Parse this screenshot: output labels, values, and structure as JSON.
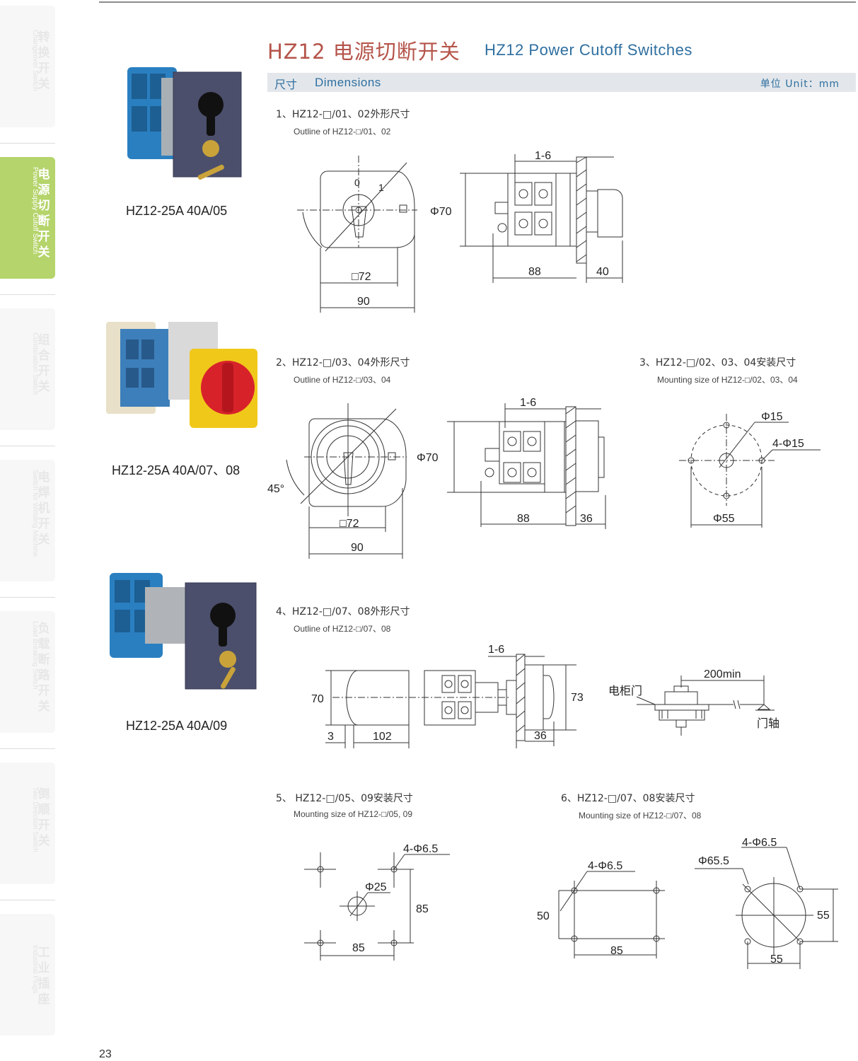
{
  "sidebar": {
    "tabs": [
      {
        "cn": "转换开关",
        "en": "Changeover Switch"
      },
      {
        "cn": "电源切断开关",
        "en": "Power Supply Cutoff Switch"
      },
      {
        "cn": "组合开关",
        "en": "Combination Switch"
      },
      {
        "cn": "电焊机开关",
        "en": "Switch for Welding Machine"
      },
      {
        "cn": "负载断路开关",
        "en": "Load Breaking Switch"
      },
      {
        "cn": "倒顺开关",
        "en": "Two Direction Switch"
      },
      {
        "cn": "工业插座",
        "en": "Industrial Plugs"
      }
    ],
    "active_index": 1
  },
  "header": {
    "title_cn": "HZ12 电源切断开关",
    "title_en": "HZ12 Power Cutoff Switches",
    "section_cn": "尺寸",
    "section_en": "Dimensions",
    "unit": "单位 Unit：mm"
  },
  "products": [
    {
      "model": "HZ12-25A 40A/05"
    },
    {
      "model": "HZ12-25A 40A/07、08"
    },
    {
      "model": "HZ12-25A 40A/09"
    }
  ],
  "figures": [
    {
      "cn": "1、HZ12-□/01、02外形尺寸",
      "en": "Outline of HZ12-□/01、02"
    },
    {
      "cn": "2、HZ12-□/03、04外形尺寸",
      "en": "Outline of HZ12-□/03、04"
    },
    {
      "cn": "3、HZ12-□/02、03、04安装尺寸",
      "en": "Mounting size of HZ12-□/02、03、04"
    },
    {
      "cn": "4、HZ12-□/07、08外形尺寸",
      "en": "Outline of HZ12-□/07、08"
    },
    {
      "cn": "5、 HZ12-□/05、09安装尺寸",
      "en": "Mounting size of HZ12-□/05, 09"
    },
    {
      "cn": "6、HZ12-□/07、08安装尺寸",
      "en": "Mounting size of HZ12-□/07、08"
    }
  ],
  "dims": {
    "f1": {
      "pos0": "0",
      "pos1": "1",
      "sq": "□72",
      "w": "90",
      "dia": "Φ70",
      "poles": "1-6",
      "depth": "88",
      "front": "40"
    },
    "f2": {
      "sq": "□72",
      "w": "90",
      "angle": "45°",
      "dia": "Φ70",
      "poles": "1-6",
      "depth": "88",
      "front": "36"
    },
    "f3": {
      "hole": "Φ15",
      "holes": "4-Φ15",
      "pcd": "Φ55"
    },
    "f4": {
      "h": "70",
      "a": "3",
      "len": "102",
      "poles": "1-6",
      "h2": "73",
      "front": "36",
      "dist": "200min",
      "door": "电柜门",
      "shaft": "门轴"
    },
    "f5": {
      "holes": "4-Φ6.5",
      "hole": "Φ25",
      "h": "85",
      "w": "85"
    },
    "f6": {
      "holesA": "4-Φ6.5",
      "h": "50",
      "w": "85",
      "dia": "Φ65.5",
      "holesB": "4-Φ6.5",
      "sq_h": "55",
      "sq_w": "55"
    }
  },
  "page_number": "23"
}
